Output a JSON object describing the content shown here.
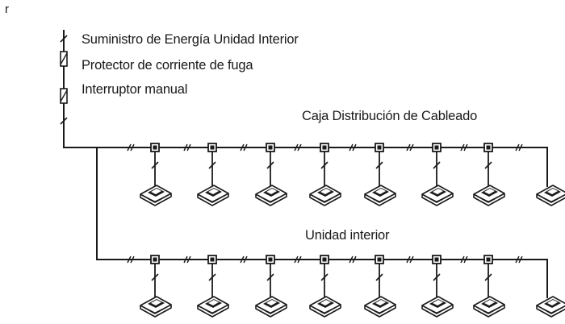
{
  "corner_mark": "r",
  "labels": {
    "supply": "Suministro de Energía Unidad Interior",
    "leakage": "Protector de corriente de fuga",
    "switch": "Interruptor manual",
    "distribution_box": "Caja Distribución de Cableado",
    "indoor_unit": "Unidad interior"
  },
  "rows": [
    {
      "name": "upper-row",
      "boxes": 7,
      "units": 8
    },
    {
      "name": "lower-row",
      "boxes": 7,
      "units": 8
    }
  ],
  "colors": {
    "ink": "#1a1a1a",
    "background": "#ffffff"
  }
}
